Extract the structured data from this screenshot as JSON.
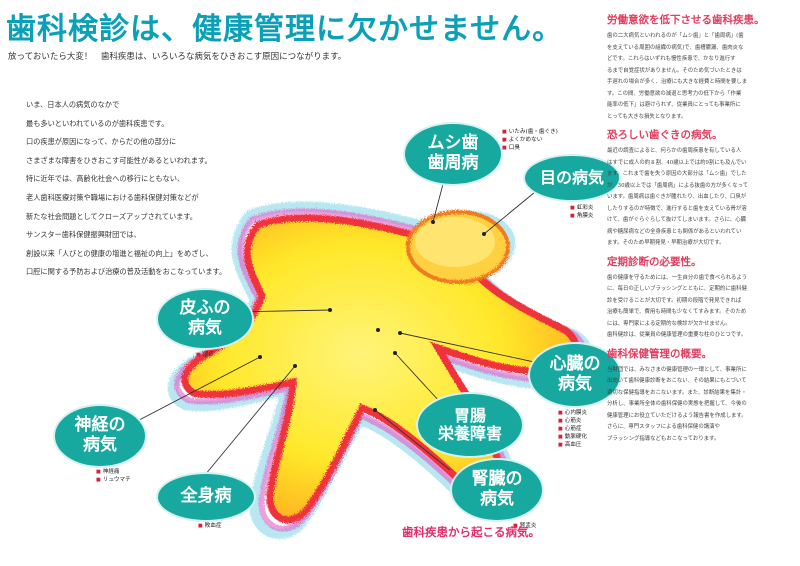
{
  "header": {
    "title": "歯科検診は、健康管理に欠かせません。",
    "lead": "放っておいたら大変！　歯科疾患は、いろいろな病気をひきおこす原因につながります。"
  },
  "intro": [
    "いま、日本人の病気のなかで",
    "最も多いといわれているのが歯科疾患です。",
    "口の疾患が原因になって、からだの他の部分に",
    "さまざまな障害をひきおこす可能性があるといわれます。",
    "特に近年では、高齢化社会への移行にともない、",
    "老人歯科医療対策や職場における歯科保健対策などが",
    "新たな社会問題としてクローズアップされています。",
    "サンスター歯科保健振興財団では、",
    "創設以来「人びとの健康の増進と福祉の向上」をめざし、",
    "口腔に関する予防および治療の普及活動をおこなっています。"
  ],
  "right_sections": [
    {
      "heading": "労働意欲を低下させる歯科疾患。",
      "lines": [
        "歯の二大病気といわれるのが「ムシ歯」と「歯周病」(歯",
        "を支えている周囲の組織の病気)で、歯槽膿漏、歯肉炎な",
        "どです。これらはいずれも慢性疾患で、かなり進行す",
        "るまで自覚症状がありません。そのため気づいたときは",
        "手遅れの場合が多く、治療にも大きな経費と時間を要しま",
        "す。この間、労働意欲の減退と思考力の低下から「作業",
        "能率の低下」は避けられず、従業員にとっても事業所に",
        "とっても大きな損失となります。"
      ]
    },
    {
      "heading": "恐ろしい歯ぐきの病気。",
      "lines": [
        "最近の調査によると、何らかの歯周疾患を有している人",
        "はすでに成人の約８割、40歳以上では約9割にも及んでい",
        "ます。これまで歯を失う原因の大部分は「ムシ歯」でした",
        "が、30歳以上では「歯周病」による抜歯の方が多くなって",
        "います。歯周病は歯ぐきが腫れたり、出血したり、口臭が",
        "したりするのが特徴で、進行すると歯を支えている骨が溶",
        "けて、歯がぐらぐらして抜けてしまいます。さらに、心臓",
        "病や糖尿病などの全身疾患とも関係があるといわれてい",
        "ます。そのため早期発見・早期治療が大切です。"
      ]
    },
    {
      "heading": "定期診断の必要性。",
      "lines": [
        "歯の健康を守るためには、一生自分の歯で食べられるよう",
        "に、毎日の正しいブラッシングとともに、定期的に歯科健",
        "診を受けることが大切です。初期の段階で発見できれば",
        "治療も簡単で、費用も時間も少なくてすみます。そのため",
        "には、専門家による定期的な検診が欠かせません。",
        "歯科健診は、従業員の健康管理の重要な柱のひとつです。"
      ]
    },
    {
      "heading": "歯科保健管理の概要。",
      "lines": [
        "当財団では、みなさまの健康管理の一環として、事業所に",
        "出向いて歯科健康診断をおこない、その結果にもとづいて",
        "適切な保健指導をおこないます。また、診断結果を集計・",
        "分析し、事業所全体の歯科保健の実態を把握して、今後の",
        "健康管理にお役立ていただけるよう報告書を作成します。",
        "さらに、専門スタッフによる歯科保健の講演や",
        "ブラッシング指導などもおこなっております。"
      ]
    }
  ],
  "illustration": {
    "ovals": {
      "cavity": [
        "ムシ歯",
        "歯周病"
      ],
      "eye": [
        "目の病気"
      ],
      "skin": [
        "皮ふの",
        "病気"
      ],
      "heart": [
        "心臓の",
        "病気"
      ],
      "gastro": [
        "胃腸",
        "栄養障害"
      ],
      "nerve": [
        "神経の",
        "病気"
      ],
      "whole": [
        "全身病"
      ],
      "kidney": [
        "腎臓の",
        "病気"
      ]
    },
    "notes": {
      "cavity": [
        "いたみ(歯・歯ぐき)",
        "よくかめない",
        "口臭"
      ],
      "eye": [
        "虹彩炎",
        "角膜炎"
      ],
      "skin": [
        "湿疹"
      ],
      "heart": [
        "心内膜炎",
        "心筋炎",
        "心筋症",
        "動脈硬化",
        "高血圧"
      ],
      "nerve": [
        "神経痛",
        "リュウマチ"
      ],
      "whole": [
        "敗血症"
      ],
      "kidney": [
        "腎盂炎"
      ]
    },
    "caption": "歯科疾患から起こる病気。"
  },
  "colors": {
    "accent_teal": "#17a8a0",
    "title_teal": "#0aa0b8",
    "heading_pink": "#e04060",
    "note_red": "#d8203a",
    "figure_yellow": "#ffe82a",
    "figure_red": "#f0303c"
  }
}
